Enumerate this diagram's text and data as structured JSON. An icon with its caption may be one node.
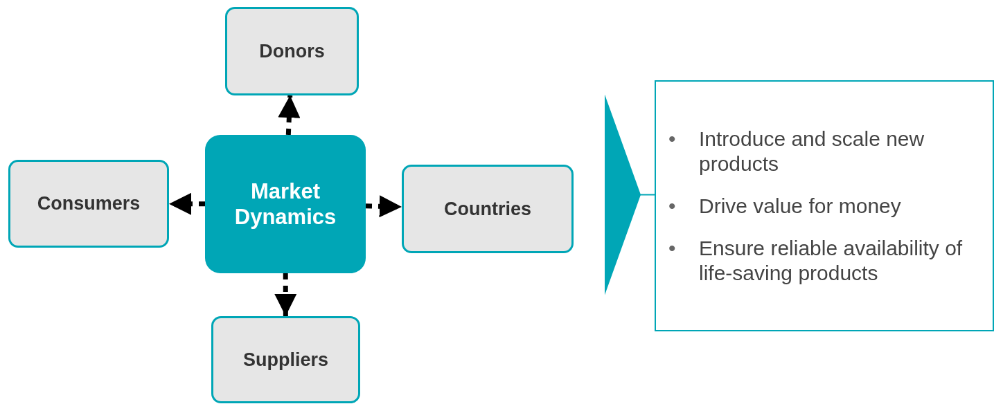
{
  "diagram": {
    "nodes": [
      {
        "text": [
          "Donors"
        ]
      },
      {
        "text": [
          "Consumers"
        ]
      },
      {
        "text": [
          "Market Dynamics"
        ]
      },
      {
        "text": [
          "Countries"
        ]
      },
      {
        "text": [
          "Suppliers"
        ]
      },
      {
        "text": [
          "•",
          "Introduce and scale new products",
          "•",
          "Drive value for money",
          "•",
          "Ensure reliable availability of life-saving products"
        ]
      }
    ],
    "edges": [
      {
        "from": 2,
        "to": 0,
        "arrow": "to",
        "style": "dashed"
      },
      {
        "from": 2,
        "to": 1,
        "arrow": "to",
        "style": "dashed"
      },
      {
        "from": 2,
        "to": 3,
        "arrow": "to",
        "style": "dashed"
      },
      {
        "from": 2,
        "to": 4,
        "arrow": "to",
        "style": "dashed"
      },
      {
        "from": null,
        "to": 5,
        "arrow": "to",
        "color": "#00a6b6"
      }
    ]
  }
}
